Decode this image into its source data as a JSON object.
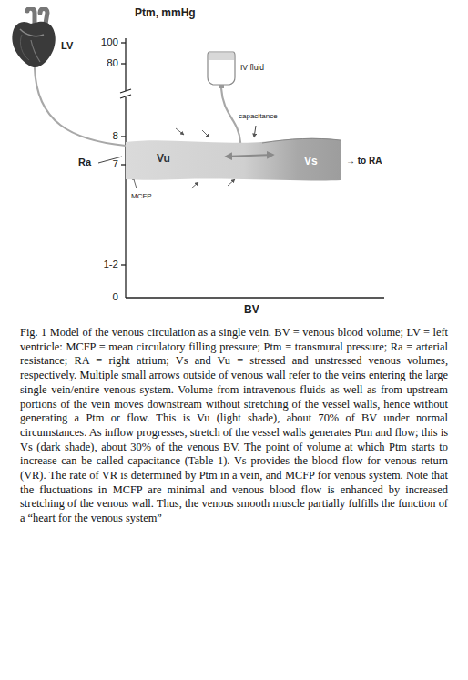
{
  "diagram": {
    "caption": "Fig. 1 Model of the venous circulation as a single vein. BV = venous blood volume; LV = left ventricle: MCFP = mean circulatory filling pressure; Ptm = transmural pressure; Ra = arterial resistance; RA = right atrium; Vs and Vu = stressed and unstressed venous volumes, respectively. Multiple small arrows outside of venous wall refer to the veins entering the large single vein/entire venous system. Volume from intravenous fluids as well as from upstream portions of the vein moves downstream without stretching of the vessel walls, hence without generating a Ptm or flow. This is Vu (light shade), about 70% of BV under normal circumstances. As inflow progresses, stretch of the vessel walls generates Ptm and flow; this is Vs (dark shade), about 30% of the venous BV. The point of volume at which Ptm starts to increase can be called capacitance (Table 1). Vs provides the blood flow for venous return (VR). The rate of VR is determined by Ptm in a vein, and MCFP for venous system. Note that the fluctuations in MCFP are minimal and venous blood flow is enhanced by increased stretching of the venous wall. Thus, the venous smooth muscle partially fulfills the function of a “heart for the venous system”",
    "nodes": [
      {
        "text": [
          "LV"
        ]
      },
      {
        "text": [
          "IV fluid"
        ]
      },
      {
        "text": [
          "Vu",
          "Vs"
        ]
      }
    ],
    "edges": [
      {
        "from": 0,
        "to": 2,
        "arrow": "none"
      },
      {
        "from": 1,
        "to": 2,
        "arrow": "none"
      }
    ],
    "labels": [
      "Ptm, mmHg",
      "100",
      "80",
      "8",
      "7",
      "1-2",
      "0",
      "BV",
      "Ra",
      "MCFP",
      "capacitance",
      "→ to RA"
    ]
  }
}
